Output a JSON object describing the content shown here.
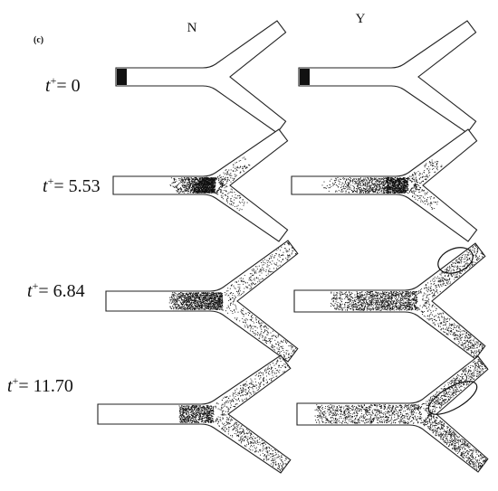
{
  "panel_label": "(c)",
  "columns": [
    {
      "key": "N",
      "label": "N"
    },
    {
      "key": "Y",
      "label": "Y"
    }
  ],
  "rows": [
    {
      "t_var": "t",
      "t_sup": "+",
      "t_value": "= 0",
      "stage": "initial"
    },
    {
      "t_var": "t",
      "t_sup": "+",
      "t_value": "= 5.53",
      "stage": "early"
    },
    {
      "t_var": "t",
      "t_sup": "+",
      "t_value": "= 6.84",
      "stage": "mid"
    },
    {
      "t_var": "t",
      "t_sup": "+",
      "t_value": "= 11.70",
      "stage": "late"
    }
  ],
  "highlights": [
    {
      "row": 2,
      "column": "Y",
      "shape": "ellipse",
      "note": "upper-branch region circled"
    },
    {
      "row": 3,
      "column": "Y",
      "shape": "ellipse",
      "note": "upper-branch region circled"
    }
  ],
  "colors": {
    "particles": "#111111",
    "outline": "#222222",
    "background": "#ffffff"
  }
}
